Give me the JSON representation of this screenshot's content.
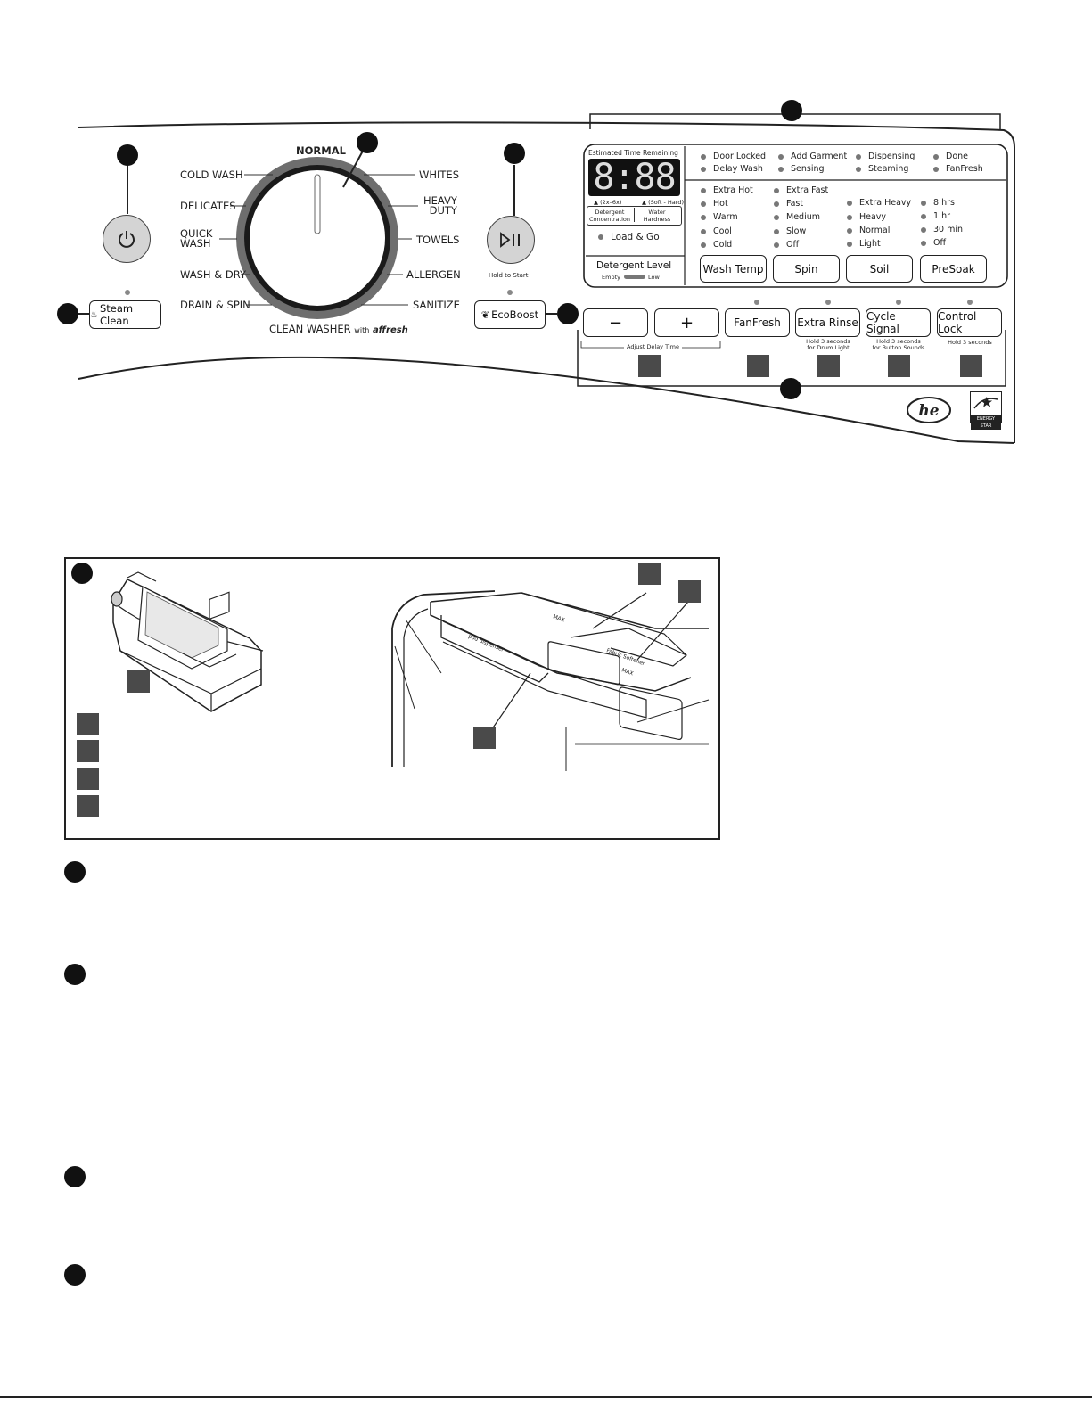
{
  "dial": {
    "top": "NORMAL",
    "left": [
      "COLD WASH",
      "DELICATES",
      "QUICK\nWASH",
      "WASH & DRY",
      "DRAIN & SPIN"
    ],
    "right": [
      "WHITES",
      "HEAVY\nDUTY",
      "TOWELS",
      "ALLERGEN",
      "SANITIZE"
    ],
    "bottom": "CLEAN WASHER",
    "bottom_with": "with",
    "bottom_brand": "affresh"
  },
  "buttons": {
    "steam_clean": "Steam Clean",
    "hold_to_start": "Hold to Start",
    "ecoboost": "EcoBoost"
  },
  "display": {
    "title": "Estimated Time Remaining",
    "digits": "8:88",
    "conc_hint": "▲ (2x–6x)",
    "hard_hint": "▲ (Soft - Hard)",
    "conc_label": "Detergent\nConcentration",
    "hard_label": "Water\nHardness",
    "load_go": "Load & Go",
    "det_level": "Detergent Level",
    "empty": "Empty",
    "low": "Low"
  },
  "status": [
    "Door Locked",
    "Add Garment",
    "Dispensing",
    "Done",
    "Delay Wash",
    "Sensing",
    "Steaming",
    "FanFresh"
  ],
  "options": {
    "wash_temp": [
      "Extra Hot",
      "Hot",
      "Warm",
      "Cool",
      "Cold"
    ],
    "spin": [
      "Extra Fast",
      "Fast",
      "Medium",
      "Slow",
      "Off"
    ],
    "soil": [
      "Extra Heavy",
      "Heavy",
      "Normal",
      "Light"
    ],
    "presoak": [
      "8 hrs",
      "1 hr",
      "30 min",
      "Off"
    ]
  },
  "option_buttons": [
    "Wash Temp",
    "Spin",
    "Soil",
    "PreSoak"
  ],
  "bottom_buttons": {
    "minus": "−",
    "plus": "+",
    "adjust_delay": "Adjust Delay Time",
    "fanfresh": "FanFresh",
    "extra_rinse": "Extra Rinse",
    "extra_rinse_note": "Hold 3 seconds\nfor Drum Light",
    "cycle_signal": "Cycle Signal",
    "cycle_signal_note": "Hold 3 seconds\nfor Button Sounds",
    "control_lock": "Control Lock",
    "control_lock_note": "Hold 3 seconds"
  },
  "logos": {
    "he": "he",
    "energy_star": "ENERGY STAR"
  },
  "drawer_labels": {
    "max1": "MAX",
    "softener": "Fabric Softener",
    "max2": "MAX",
    "bulk": "pod dispenser"
  }
}
